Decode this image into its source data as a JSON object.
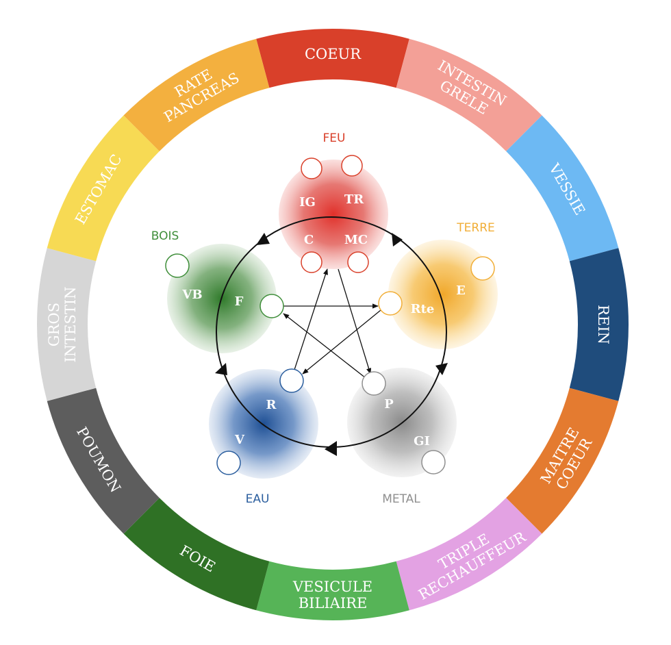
{
  "ring_segments": [
    {
      "id": "coeur",
      "lines": [
        "COEUR"
      ],
      "color": "#d9402a"
    },
    {
      "id": "intestin-grele",
      "lines": [
        "INTESTIN",
        "GRELE"
      ],
      "color": "#f3a097"
    },
    {
      "id": "vessie",
      "lines": [
        "VESSIE"
      ],
      "color": "#6db9f3"
    },
    {
      "id": "rein",
      "lines": [
        "REIN"
      ],
      "color": "#1f4c7c"
    },
    {
      "id": "maitre-coeur",
      "lines": [
        "MAITRE",
        "COEUR"
      ],
      "color": "#e47b30"
    },
    {
      "id": "triple-rechauffeur",
      "lines": [
        "TRIPLE",
        "RECHAUFFEUR"
      ],
      "color": "#e3a2e3"
    },
    {
      "id": "vesicule-biliaire",
      "lines": [
        "VESICULE",
        "BILIAIRE"
      ],
      "color": "#56b457"
    },
    {
      "id": "foie",
      "lines": [
        "FOIE"
      ],
      "color": "#2f7125"
    },
    {
      "id": "poumon",
      "lines": [
        "POUMON"
      ],
      "color": "#5d5d5d"
    },
    {
      "id": "gros-intestin",
      "lines": [
        "GROS",
        "INTESTIN"
      ],
      "color": "#d6d6d6"
    },
    {
      "id": "estomac",
      "lines": [
        "ESTOMAC"
      ],
      "color": "#f7da54"
    },
    {
      "id": "rate-pancreas",
      "lines": [
        "RATE",
        "PANCREAS"
      ],
      "color": "#f3b03f"
    }
  ],
  "elements": [
    {
      "id": "feu",
      "label": "FEU",
      "color": "#d9402a",
      "organs": [
        "IG",
        "TR",
        "C",
        "MC"
      ]
    },
    {
      "id": "terre",
      "label": "TERRE",
      "color": "#f1ae37",
      "organs": [
        "E",
        "Rte"
      ]
    },
    {
      "id": "metal",
      "label": "METAL",
      "color": "#8f8f8f",
      "organs": [
        "P",
        "GI"
      ]
    },
    {
      "id": "eau",
      "label": "EAU",
      "color": "#2b5e9e",
      "organs": [
        "R",
        "V"
      ]
    },
    {
      "id": "bois",
      "label": "BOIS",
      "color": "#3f8e3a",
      "organs": [
        "VB",
        "F"
      ]
    }
  ]
}
